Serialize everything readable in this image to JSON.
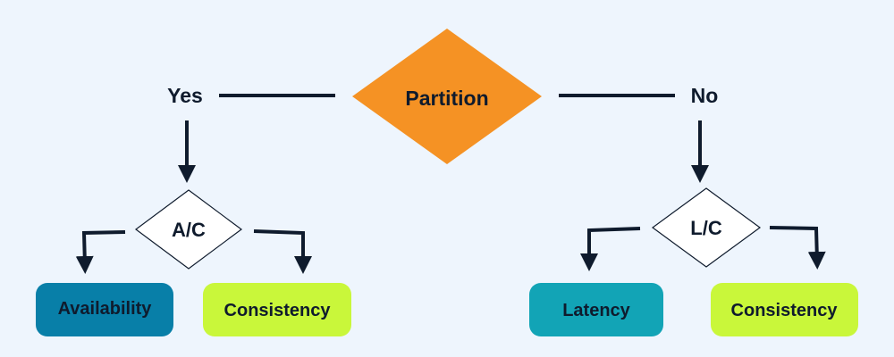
{
  "root": {
    "label": "Partition",
    "color": "#f59224"
  },
  "branches": {
    "yes": {
      "label": "Yes",
      "decision": "A/C",
      "left": {
        "label": "Availability",
        "color": "#087fa8"
      },
      "right": {
        "label": "Consistency",
        "color": "#c9f73a"
      }
    },
    "no": {
      "label": "No",
      "decision": "L/C",
      "left": {
        "label": "Latency",
        "color": "#12a4b6"
      },
      "right": {
        "label": "Consistency",
        "color": "#c9f73a"
      }
    }
  },
  "colors": {
    "background": "#eef5fd",
    "line": "#0f1b2d",
    "text": "#0f1b2d"
  }
}
